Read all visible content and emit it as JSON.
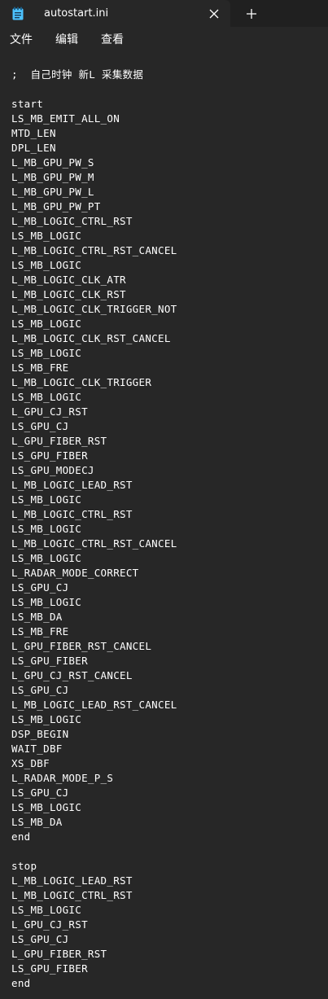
{
  "window": {
    "tab_title": "autostart.ini",
    "close_glyph": "✕",
    "new_tab_glyph": "+"
  },
  "icons": {
    "app": "notepad-icon",
    "close": "close-icon",
    "new_tab": "plus-icon"
  },
  "menu": {
    "file": "文件",
    "edit": "编辑",
    "view": "查看"
  },
  "colors": {
    "titlebar_bg": "#202020",
    "editor_bg": "#272727",
    "text": "#ffffff",
    "icon_accent": "#4cc2ff"
  },
  "editor": {
    "content": ";  自己时钟 新L 采集数据\n\nstart\nLS_MB_EMIT_ALL_ON\nMTD_LEN\nDPL_LEN\nL_MB_GPU_PW_S\nL_MB_GPU_PW_M\nL_MB_GPU_PW_L\nL_MB_GPU_PW_PT\nL_MB_LOGIC_CTRL_RST\nLS_MB_LOGIC\nL_MB_LOGIC_CTRL_RST_CANCEL\nLS_MB_LOGIC\nL_MB_LOGIC_CLK_ATR\nL_MB_LOGIC_CLK_RST\nL_MB_LOGIC_CLK_TRIGGER_NOT\nLS_MB_LOGIC\nL_MB_LOGIC_CLK_RST_CANCEL\nLS_MB_LOGIC\nLS_MB_FRE\nL_MB_LOGIC_CLK_TRIGGER\nLS_MB_LOGIC\nL_GPU_CJ_RST\nLS_GPU_CJ\nL_GPU_FIBER_RST\nLS_GPU_FIBER\nLS_GPU_MODECJ\nL_MB_LOGIC_LEAD_RST\nLS_MB_LOGIC\nL_MB_LOGIC_CTRL_RST\nLS_MB_LOGIC\nL_MB_LOGIC_CTRL_RST_CANCEL\nLS_MB_LOGIC\nL_RADAR_MODE_CORRECT\nLS_GPU_CJ\nLS_MB_LOGIC\nLS_MB_DA\nLS_MB_FRE\nL_GPU_FIBER_RST_CANCEL\nLS_GPU_FIBER\nL_GPU_CJ_RST_CANCEL\nLS_GPU_CJ\nL_MB_LOGIC_LEAD_RST_CANCEL\nLS_MB_LOGIC\nDSP_BEGIN\nWAIT_DBF\nXS_DBF\nL_RADAR_MODE_P_S\nLS_GPU_CJ\nLS_MB_LOGIC\nLS_MB_DA\nend\n\nstop\nL_MB_LOGIC_LEAD_RST\nL_MB_LOGIC_CTRL_RST\nLS_MB_LOGIC\nL_GPU_CJ_RST\nLS_GPU_CJ\nL_GPU_FIBER_RST\nLS_GPU_FIBER\nend"
  }
}
